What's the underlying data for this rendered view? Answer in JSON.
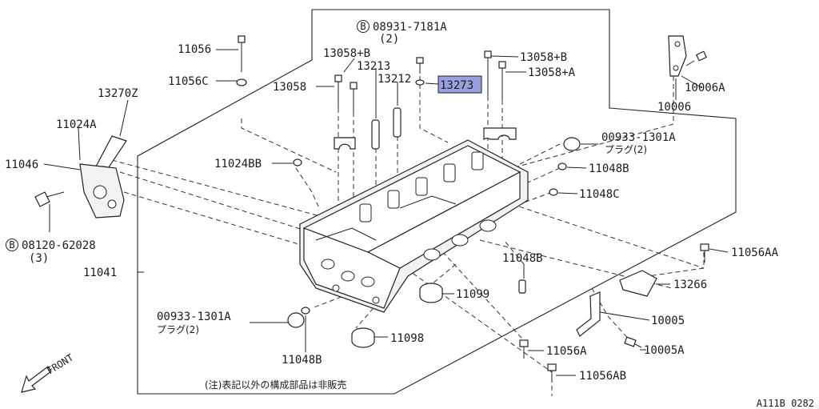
{
  "diagram": {
    "labels": {
      "p08931": "08931-7181A",
      "p08931_qty": "(2)",
      "p11056": "11056",
      "p11056C": "11056C",
      "p13058B_left": "13058+B",
      "p13213": "13213",
      "p13058_left": "13058",
      "p13212": "13212",
      "p13273": "13273",
      "p13058B_right": "13058+B",
      "p13058A": "13058+A",
      "p10006A": "10006A",
      "p10006": "10006",
      "p13270Z": "13270Z",
      "p11024A": "11024A",
      "p11046": "11046",
      "p11024BB": "11024BB",
      "p00933_top": "00933-1301A",
      "p00933_top_sub": "プラグ(2)",
      "p11048B_right": "11048B",
      "p11048C": "11048C",
      "p08120": "08120-62028",
      "p08120_qty": "(3)",
      "p11041": "11041",
      "p11048B_mid": "11048B",
      "p11056AA": "11056AA",
      "p13266": "13266",
      "p11099": "11099",
      "p00933_bottom": "00933-1301A",
      "p00933_bottom_sub": "プラグ(2)",
      "p10005": "10005",
      "p11098": "11098",
      "p11048B_bottom": "11048B",
      "p11056A": "11056A",
      "p10005A": "10005A",
      "p11056AB": "11056AB",
      "bolt_marker": "B",
      "front": "FRONT",
      "note": "(注)表記以外の構成部品は非販売",
      "code": "A111B 0282"
    },
    "highlight_color": "#9a9fe0"
  }
}
